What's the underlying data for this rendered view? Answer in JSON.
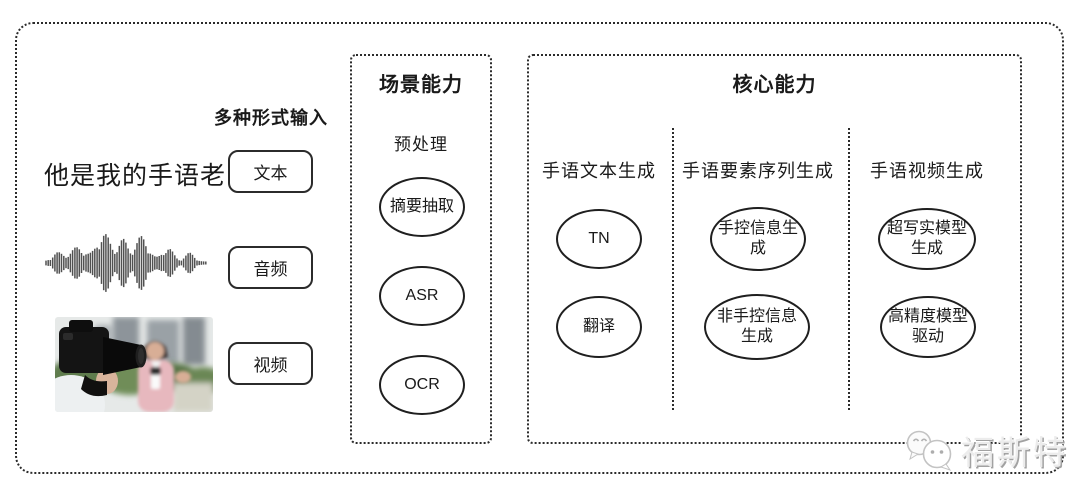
{
  "colors": {
    "line": "#2b2b2b",
    "text": "#1a1a1a",
    "background": "#ffffff",
    "watermark_gray": "#a2a2a2"
  },
  "input_panel": {
    "heading": "多种形式输入",
    "sample_text": "他是我的手语老师",
    "waveform_icon": "audio-waveform",
    "photo_icon": "reporter-video-still",
    "buttons": [
      {
        "label": "文本"
      },
      {
        "label": "音频"
      },
      {
        "label": "视频"
      }
    ]
  },
  "scene_panel": {
    "title": "场景能力",
    "group_label": "预处理",
    "nodes": [
      {
        "label": "摘要抽取"
      },
      {
        "label": "ASR"
      },
      {
        "label": "OCR"
      }
    ]
  },
  "core_panel": {
    "title": "核心能力",
    "columns": [
      {
        "header": "手语文本生成",
        "nodes": [
          {
            "label": "TN"
          },
          {
            "label": "翻译"
          }
        ]
      },
      {
        "header": "手语要素序列生成",
        "nodes": [
          {
            "label": "手控信息生成"
          },
          {
            "label": "非手控信息生成"
          }
        ]
      },
      {
        "header": "手语视频生成",
        "nodes": [
          {
            "label": "超写实模型生成"
          },
          {
            "label": "高精度模型驱动"
          }
        ]
      }
    ]
  },
  "watermark": {
    "icon": "chat-bubbles-icon",
    "text": "福斯特"
  }
}
